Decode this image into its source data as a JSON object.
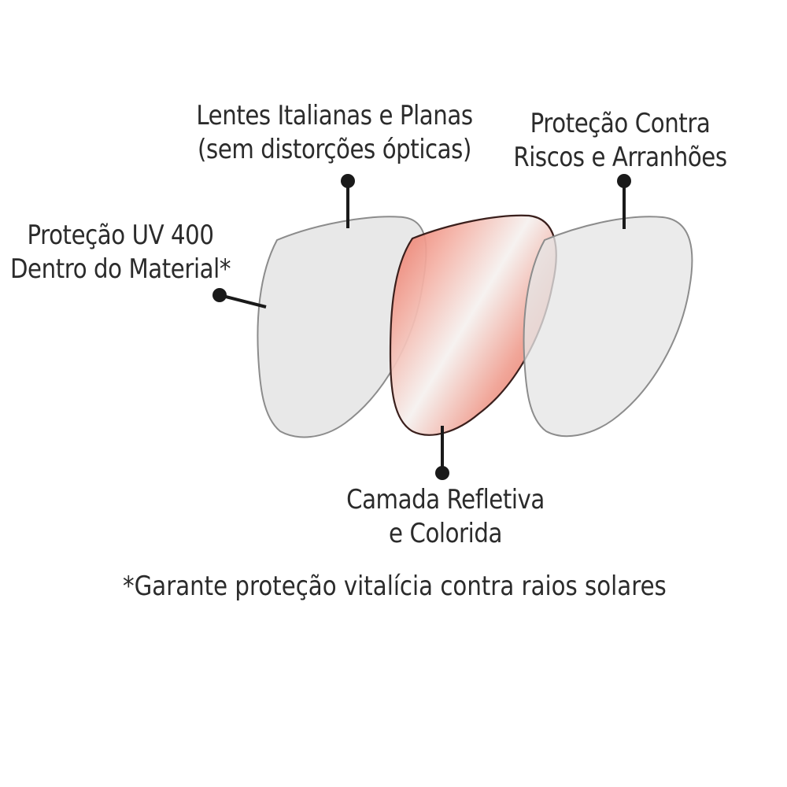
{
  "callouts": {
    "lenses": {
      "line1": "Lentes Italianas e Planas",
      "line2": "(sem distorções ópticas)"
    },
    "scratch": {
      "line1": "Proteção Contra",
      "line2": "Riscos e Arranhões"
    },
    "uv": {
      "line1": "Proteção UV 400",
      "line2": "Dentro do Material*"
    },
    "reflective": {
      "line1": "Camada Refletiva",
      "line2": "e Colorida"
    }
  },
  "footnote": "*Garante proteção vitalícia contra raios solares",
  "colors": {
    "clear_lens_fill": "#e6e6e6",
    "clear_lens_stroke": "#8c8c8c",
    "reflective_lens_edge": "#e8705e",
    "reflective_lens_center": "#f7f3f1",
    "reflective_lens_stroke": "#3a1f1c",
    "leader_line": "#1a1a1a"
  }
}
